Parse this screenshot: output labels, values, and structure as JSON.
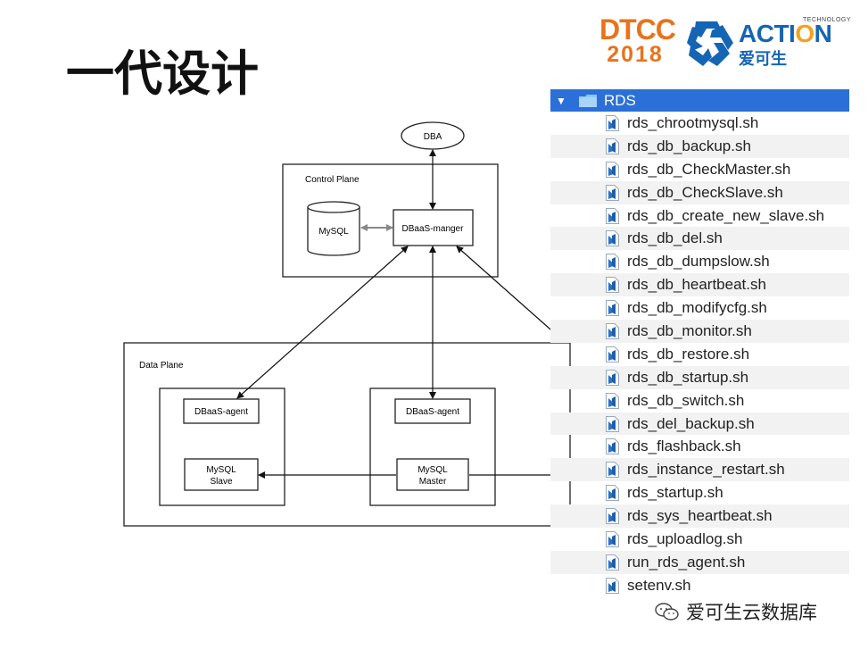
{
  "slide": {
    "title": "一代设计"
  },
  "logos": {
    "dtcc_top": "DTCC",
    "dtcc_bottom": "2018",
    "action_prefix": "ACTI",
    "action_o": "O",
    "action_suffix": "N",
    "action_tech": "TECHNOLOGY",
    "action_cn": "爱可生"
  },
  "diagram": {
    "dba": "DBA",
    "control_plane": "Control Plane",
    "mysql": "MySQL",
    "dbaas_manager": "DBaaS-manger",
    "data_plane": "Data Plane",
    "agent_left": "DBaaS-agent",
    "agent_right": "DBaaS-agent",
    "slave_line1": "MySQL",
    "slave_line2": "Slave",
    "master_line1": "MySQL",
    "master_line2": "Master"
  },
  "filelist": {
    "folder": "RDS",
    "files": [
      "rds_chrootmysql.sh",
      "rds_db_backup.sh",
      "rds_db_CheckMaster.sh",
      "rds_db_CheckSlave.sh",
      "rds_db_create_new_slave.sh",
      "rds_db_del.sh",
      "rds_db_dumpslow.sh",
      "rds_db_heartbeat.sh",
      "rds_db_modifycfg.sh",
      "rds_db_monitor.sh",
      "rds_db_restore.sh",
      "rds_db_startup.sh",
      "rds_db_switch.sh",
      "rds_del_backup.sh",
      "rds_flashback.sh",
      "rds_instance_restart.sh",
      "rds_startup.sh",
      "rds_sys_heartbeat.sh",
      "rds_uploadlog.sh",
      "run_rds_agent.sh",
      "setenv.sh"
    ]
  },
  "watermark": {
    "text": "爱可生云数据库"
  },
  "colors": {
    "folder_row": "#2b70d8",
    "dtcc": "#e8731c",
    "action_blue": "#1565b5",
    "action_orange": "#f2a21c"
  }
}
